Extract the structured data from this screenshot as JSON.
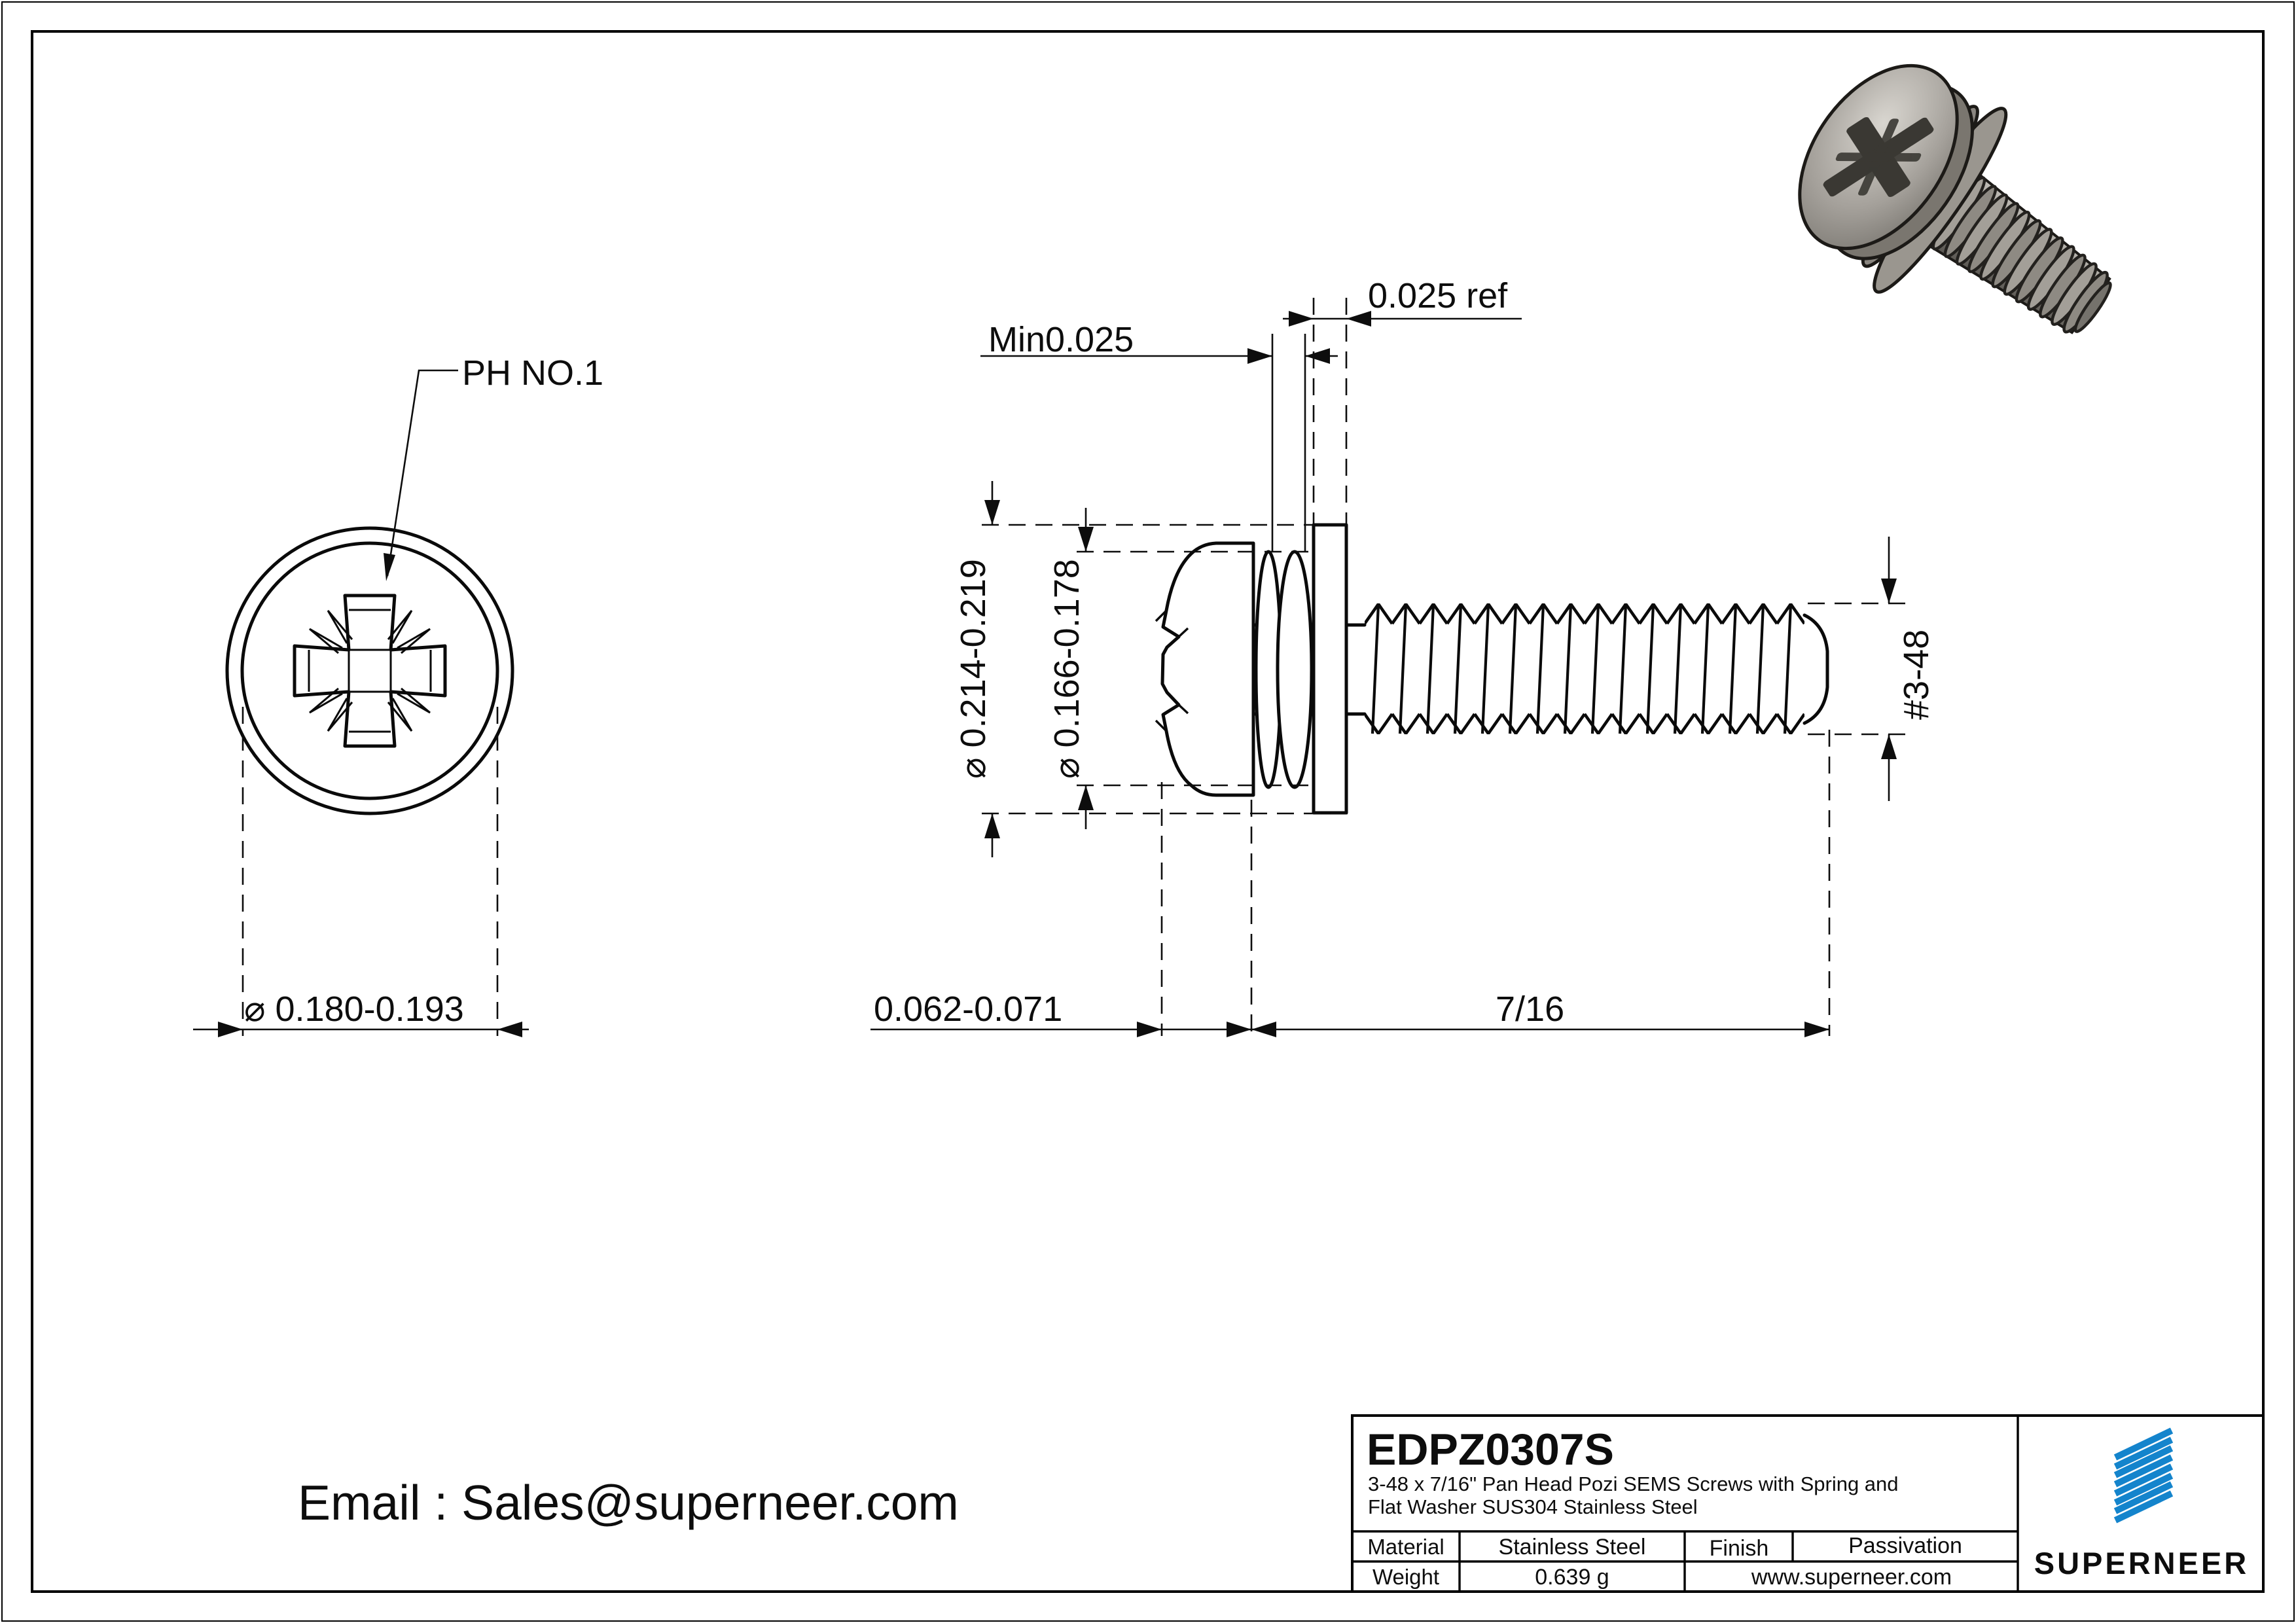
{
  "drawing": {
    "top_view": {
      "drive_label": "PH NO.1",
      "head_diameter": "⌀ 0.180-0.193"
    },
    "side_view": {
      "washer_od": "⌀ 0.214-0.219",
      "spring_washer_od": "⌀ 0.166-0.178",
      "spring_min_thickness": "Min0.025",
      "flat_washer_thickness": "0.025 ref",
      "head_height": "0.062-0.071",
      "thread_length": "7/16",
      "thread_spec": "#3-48"
    }
  },
  "contact": {
    "email_line": "Email : Sales@superneer.com"
  },
  "title_block": {
    "part_number": "EDPZ0307S",
    "description_line1": "3-48 x 7/16\" Pan Head Pozi SEMS Screws with Spring and",
    "description_line2": "Flat Washer SUS304 Stainless Steel",
    "material_label": "Material",
    "material_value": "Stainless Steel",
    "finish_label": "Finish",
    "finish_value": "Passivation",
    "weight_label": "Weight",
    "weight_value": "0.639 g",
    "website": "www.superneer.com",
    "brand": "SUPERNEER",
    "brand_color": "#1484cc",
    "link_color": "#2a8ddd"
  }
}
